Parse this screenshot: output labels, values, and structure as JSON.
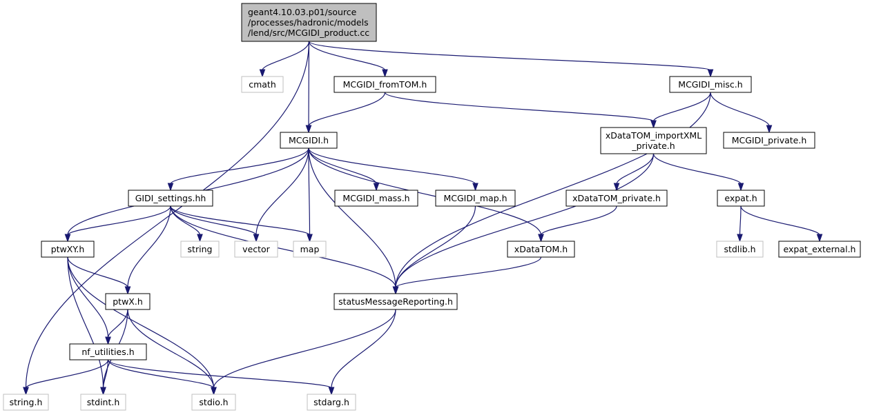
{
  "graph": {
    "nodes": [
      {
        "id": "root",
        "lines": [
          "geant4.10.03.p01/source",
          "/processes/hadronic/models",
          "/lend/src/MCGIDI_product.cc"
        ],
        "kind": "root"
      },
      {
        "id": "cmath",
        "lines": [
          "cmath"
        ],
        "kind": "external"
      },
      {
        "id": "fromTOM",
        "lines": [
          "MCGIDI_fromTOM.h"
        ],
        "kind": "file"
      },
      {
        "id": "misc",
        "lines": [
          "MCGIDI_misc.h"
        ],
        "kind": "file"
      },
      {
        "id": "mcgidi",
        "lines": [
          "MCGIDI.h"
        ],
        "kind": "file"
      },
      {
        "id": "importXML",
        "lines": [
          "xDataTOM_importXML",
          "_private.h"
        ],
        "kind": "file"
      },
      {
        "id": "mcgidi_private",
        "lines": [
          "MCGIDI_private.h"
        ],
        "kind": "file"
      },
      {
        "id": "gidi_settings",
        "lines": [
          "GIDI_settings.hh"
        ],
        "kind": "file"
      },
      {
        "id": "mass",
        "lines": [
          "MCGIDI_mass.h"
        ],
        "kind": "file"
      },
      {
        "id": "map_h",
        "lines": [
          "MCGIDI_map.h"
        ],
        "kind": "file"
      },
      {
        "id": "xdt_private",
        "lines": [
          "xDataTOM_private.h"
        ],
        "kind": "file"
      },
      {
        "id": "expat",
        "lines": [
          "expat.h"
        ],
        "kind": "file"
      },
      {
        "id": "ptwXY",
        "lines": [
          "ptwXY.h"
        ],
        "kind": "file"
      },
      {
        "id": "string",
        "lines": [
          "string"
        ],
        "kind": "external"
      },
      {
        "id": "vector",
        "lines": [
          "vector"
        ],
        "kind": "external"
      },
      {
        "id": "map",
        "lines": [
          "map"
        ],
        "kind": "external"
      },
      {
        "id": "xDataTOM",
        "lines": [
          "xDataTOM.h"
        ],
        "kind": "file"
      },
      {
        "id": "stdlib",
        "lines": [
          "stdlib.h"
        ],
        "kind": "external"
      },
      {
        "id": "expat_external",
        "lines": [
          "expat_external.h"
        ],
        "kind": "file"
      },
      {
        "id": "ptwX",
        "lines": [
          "ptwX.h"
        ],
        "kind": "file"
      },
      {
        "id": "smr",
        "lines": [
          "statusMessageReporting.h"
        ],
        "kind": "file"
      },
      {
        "id": "nf_utilities",
        "lines": [
          "nf_utilities.h"
        ],
        "kind": "file"
      },
      {
        "id": "string_h",
        "lines": [
          "string.h"
        ],
        "kind": "external"
      },
      {
        "id": "stdint",
        "lines": [
          "stdint.h"
        ],
        "kind": "external"
      },
      {
        "id": "stdio",
        "lines": [
          "stdio.h"
        ],
        "kind": "external"
      },
      {
        "id": "stdarg",
        "lines": [
          "stdarg.h"
        ],
        "kind": "external"
      }
    ],
    "edges": [
      [
        "root",
        "string_h"
      ],
      [
        "root",
        "cmath"
      ],
      [
        "root",
        "mcgidi"
      ],
      [
        "root",
        "fromTOM"
      ],
      [
        "root",
        "misc"
      ],
      [
        "fromTOM",
        "mcgidi"
      ],
      [
        "fromTOM",
        "importXML"
      ],
      [
        "misc",
        "importXML"
      ],
      [
        "misc",
        "mcgidi_private"
      ],
      [
        "misc",
        "smr"
      ],
      [
        "mcgidi",
        "gidi_settings"
      ],
      [
        "mcgidi",
        "ptwXY"
      ],
      [
        "mcgidi",
        "vector"
      ],
      [
        "mcgidi",
        "map"
      ],
      [
        "mcgidi",
        "smr"
      ],
      [
        "mcgidi",
        "mass"
      ],
      [
        "mcgidi",
        "map_h"
      ],
      [
        "mcgidi",
        "xDataTOM"
      ],
      [
        "importXML",
        "xdt_private"
      ],
      [
        "importXML",
        "expat"
      ],
      [
        "importXML",
        "smr"
      ],
      [
        "gidi_settings",
        "ptwXY"
      ],
      [
        "gidi_settings",
        "ptwX"
      ],
      [
        "gidi_settings",
        "string"
      ],
      [
        "gidi_settings",
        "vector"
      ],
      [
        "gidi_settings",
        "map"
      ],
      [
        "gidi_settings",
        "smr"
      ],
      [
        "map_h",
        "smr"
      ],
      [
        "xdt_private",
        "xDataTOM"
      ],
      [
        "xDataTOM",
        "smr"
      ],
      [
        "expat",
        "stdlib"
      ],
      [
        "expat",
        "expat_external"
      ],
      [
        "ptwXY",
        "ptwX"
      ],
      [
        "ptwXY",
        "nf_utilities"
      ],
      [
        "ptwXY",
        "stdint"
      ],
      [
        "ptwXY",
        "stdio"
      ],
      [
        "ptwX",
        "nf_utilities"
      ],
      [
        "ptwX",
        "stdint"
      ],
      [
        "ptwX",
        "stdio"
      ],
      [
        "smr",
        "stdio"
      ],
      [
        "smr",
        "stdarg"
      ],
      [
        "nf_utilities",
        "string_h"
      ],
      [
        "nf_utilities",
        "stdint"
      ],
      [
        "nf_utilities",
        "stdio"
      ],
      [
        "nf_utilities",
        "stdarg"
      ]
    ]
  }
}
